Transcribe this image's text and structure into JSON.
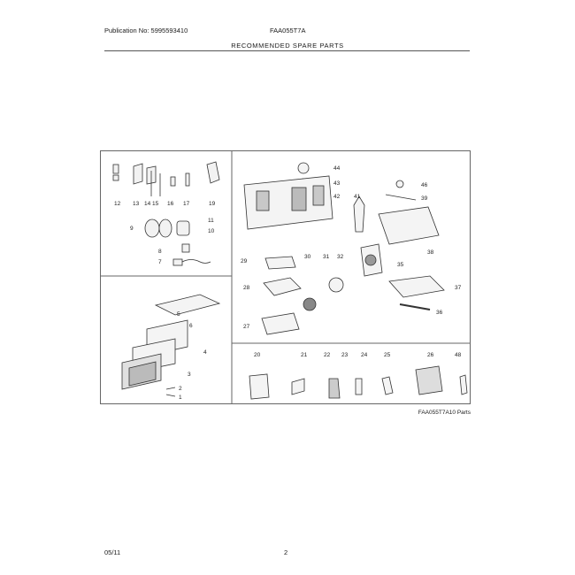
{
  "header": {
    "publication": "Publication No: 5995593410",
    "model": "FAA055T7A",
    "section_title": "RECOMMENDED SPARE PARTS"
  },
  "diagram": {
    "caption": "FAA055T7A10 Parts",
    "part_labels": {
      "p12": "12",
      "p13": "13",
      "p14": "14",
      "p15": "15",
      "p16": "16",
      "p17": "17",
      "p19": "19",
      "p9": "9",
      "p11": "11",
      "p10": "10",
      "p8": "8",
      "p7": "7",
      "p5": "5",
      "p6": "6",
      "p4": "4",
      "p3": "3",
      "p2": "2",
      "p1": "1",
      "p44": "44",
      "p43": "43",
      "p42": "42",
      "p41": "41",
      "p46": "46",
      "p39": "39",
      "p38": "38",
      "p35": "35",
      "p37": "37",
      "p36": "36",
      "p29": "29",
      "p30": "30",
      "p31": "31",
      "p32": "32",
      "p28": "28",
      "p27": "27",
      "p20": "20",
      "p21": "21",
      "p22": "22",
      "p23": "23",
      "p24": "24",
      "p25": "25",
      "p26": "26",
      "p48": "48"
    }
  },
  "footer": {
    "date": "05/11",
    "page": "2"
  }
}
